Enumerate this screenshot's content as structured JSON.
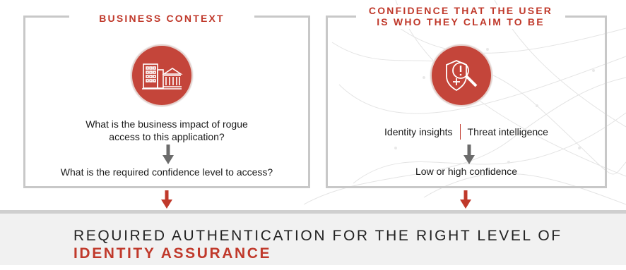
{
  "left_panel": {
    "title": "BUSINESS CONTEXT",
    "icon": "buildings-icon",
    "question": "What is the business impact of rogue access to this application?",
    "result": "What is the required confidence level to access?"
  },
  "right_panel": {
    "title_line1": "CONFIDENCE THAT THE USER",
    "title_line2": "IS WHO THEY CLAIM TO BE",
    "icon": "shield-magnifier-icon",
    "input_a": "Identity insights",
    "input_b": "Threat intelligence",
    "result": "Low or high confidence"
  },
  "footer": {
    "line1": "REQUIRED AUTHENTICATION FOR THE RIGHT LEVEL OF",
    "line2": "IDENTITY ASSURANCE"
  },
  "colors": {
    "accent": "#c0392b",
    "panel_border": "#c8c8c8",
    "band": "#f1f1f1",
    "arrow_gray": "#6b6b6b"
  }
}
